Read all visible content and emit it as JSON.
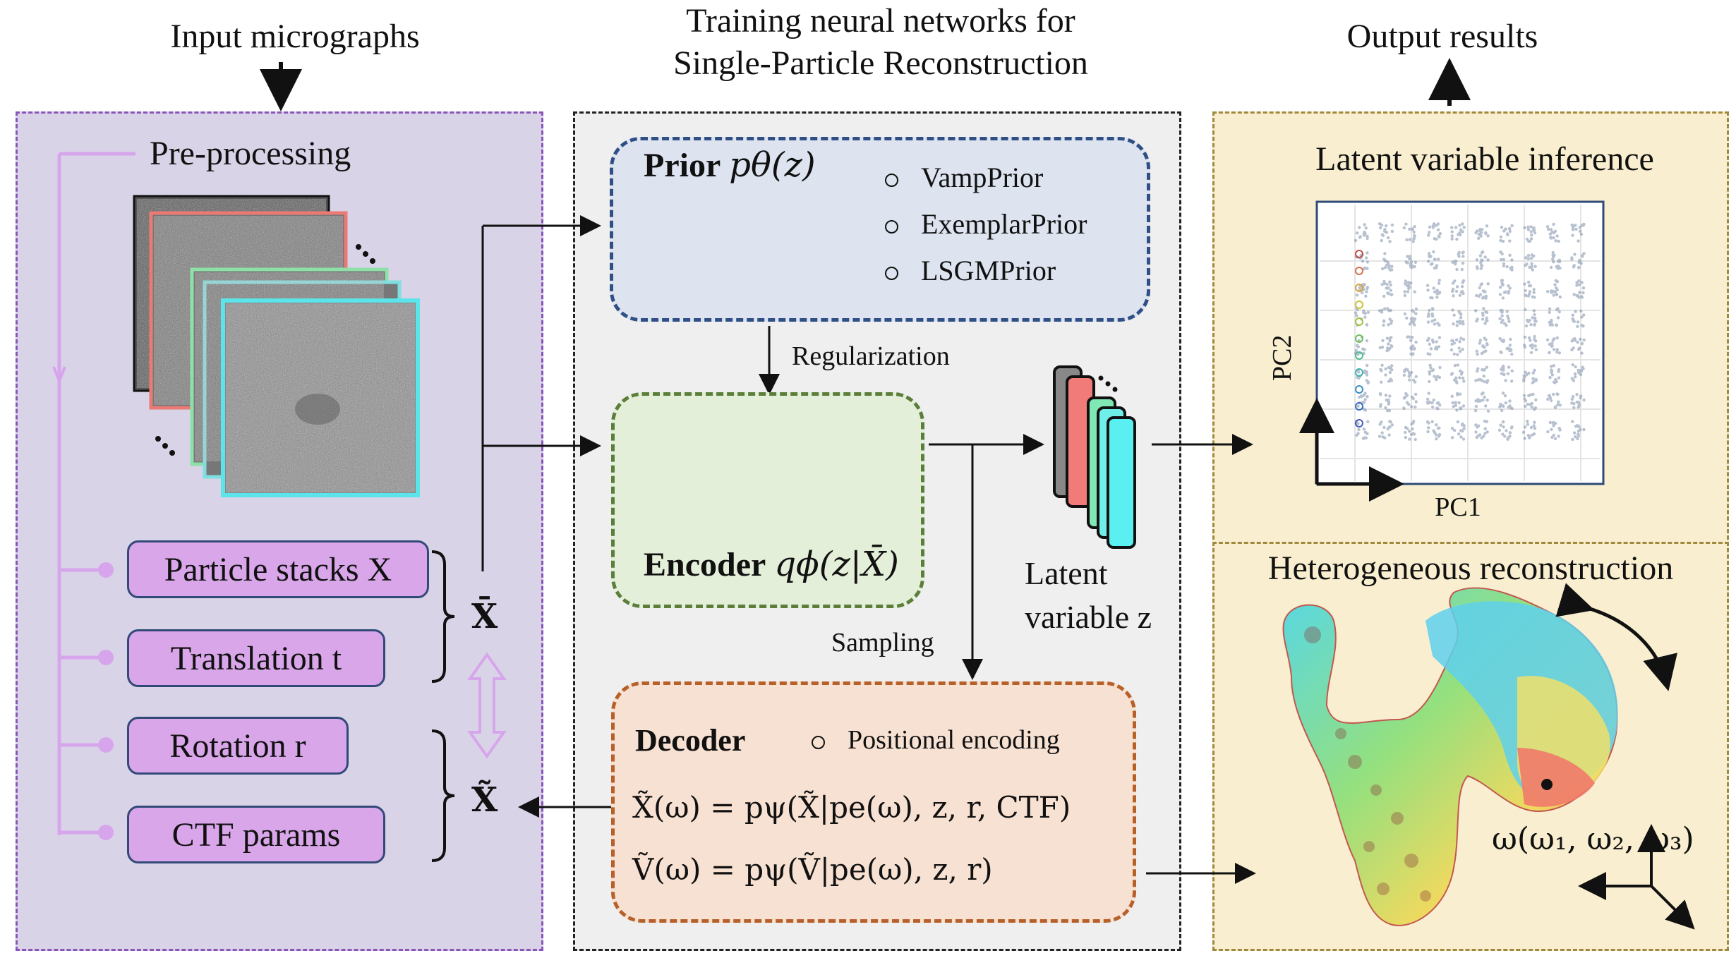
{
  "headers": {
    "input": "Input micrographs",
    "training_line1": "Training neural networks for",
    "training_line2": "Single-Particle Reconstruction",
    "output": "Output results"
  },
  "preprocessing": {
    "title": "Pre-processing",
    "pills": [
      "Particle stacks X",
      "Translation t",
      "Rotation r",
      "CTF params"
    ],
    "xbar": "X̄",
    "xtilde": "X̃"
  },
  "prior": {
    "title": "Prior",
    "formula": "pθ(z)",
    "options": [
      "VampPrior",
      "ExemplarPrior",
      "LSGMPrior"
    ]
  },
  "regularization": "Regularization",
  "encoder": {
    "title": "Encoder",
    "formula": "qϕ(z|X̄)"
  },
  "latent": {
    "line1": "Latent",
    "line2": "variable z"
  },
  "sampling": "Sampling",
  "decoder": {
    "title": "Decoder",
    "option": "Positional encoding",
    "eq1": "X̃(ω) = pψ(X̃|pe(ω), z, r, CTF)",
    "eq2": "Ṽ(ω) = pψ(Ṽ|pe(ω), z, r)"
  },
  "latent_inference": {
    "title": "Latent variable inference",
    "xlabel": "PC1",
    "ylabel": "PC2"
  },
  "hetero": {
    "title": "Heterogeneous reconstruction",
    "omega": "ω(ω₁, ω₂, ω₃)"
  },
  "colors": {
    "left_bg": "#d9d3e8",
    "left_border": "#8a55b8",
    "mid_bg": "#efefef",
    "right_bg": "#f9efd0",
    "right_border": "#a0893c",
    "prior_bg": "#dde4f0",
    "prior_border": "#2f4f86",
    "encoder_bg": "#e4efda",
    "encoder_border": "#5b7f3a",
    "decoder_bg": "#f7e1d2",
    "decoder_border": "#b8602a",
    "pill_bg": "#d9a6ea"
  }
}
